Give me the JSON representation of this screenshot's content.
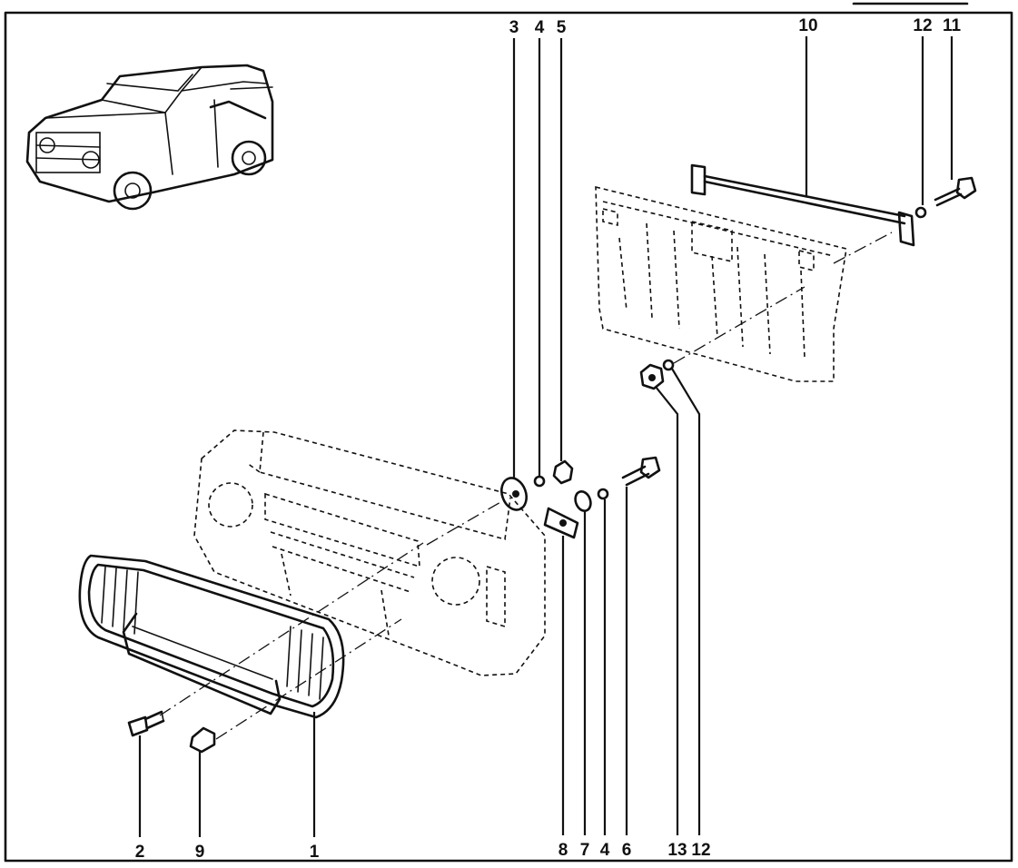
{
  "diagram": {
    "callouts": [
      {
        "id": "c3",
        "text": "3"
      },
      {
        "id": "c4a",
        "text": "4"
      },
      {
        "id": "c5",
        "text": "5"
      },
      {
        "id": "c10",
        "text": "10"
      },
      {
        "id": "c12a",
        "text": "12"
      },
      {
        "id": "c11",
        "text": "11"
      },
      {
        "id": "c2",
        "text": "2"
      },
      {
        "id": "c9",
        "text": "9"
      },
      {
        "id": "c1",
        "text": "1"
      },
      {
        "id": "c8",
        "text": "8"
      },
      {
        "id": "c7",
        "text": "7"
      },
      {
        "id": "c4b",
        "text": "4"
      },
      {
        "id": "c6",
        "text": "6"
      },
      {
        "id": "c13",
        "text": "13"
      },
      {
        "id": "c12b",
        "text": "12"
      }
    ]
  }
}
